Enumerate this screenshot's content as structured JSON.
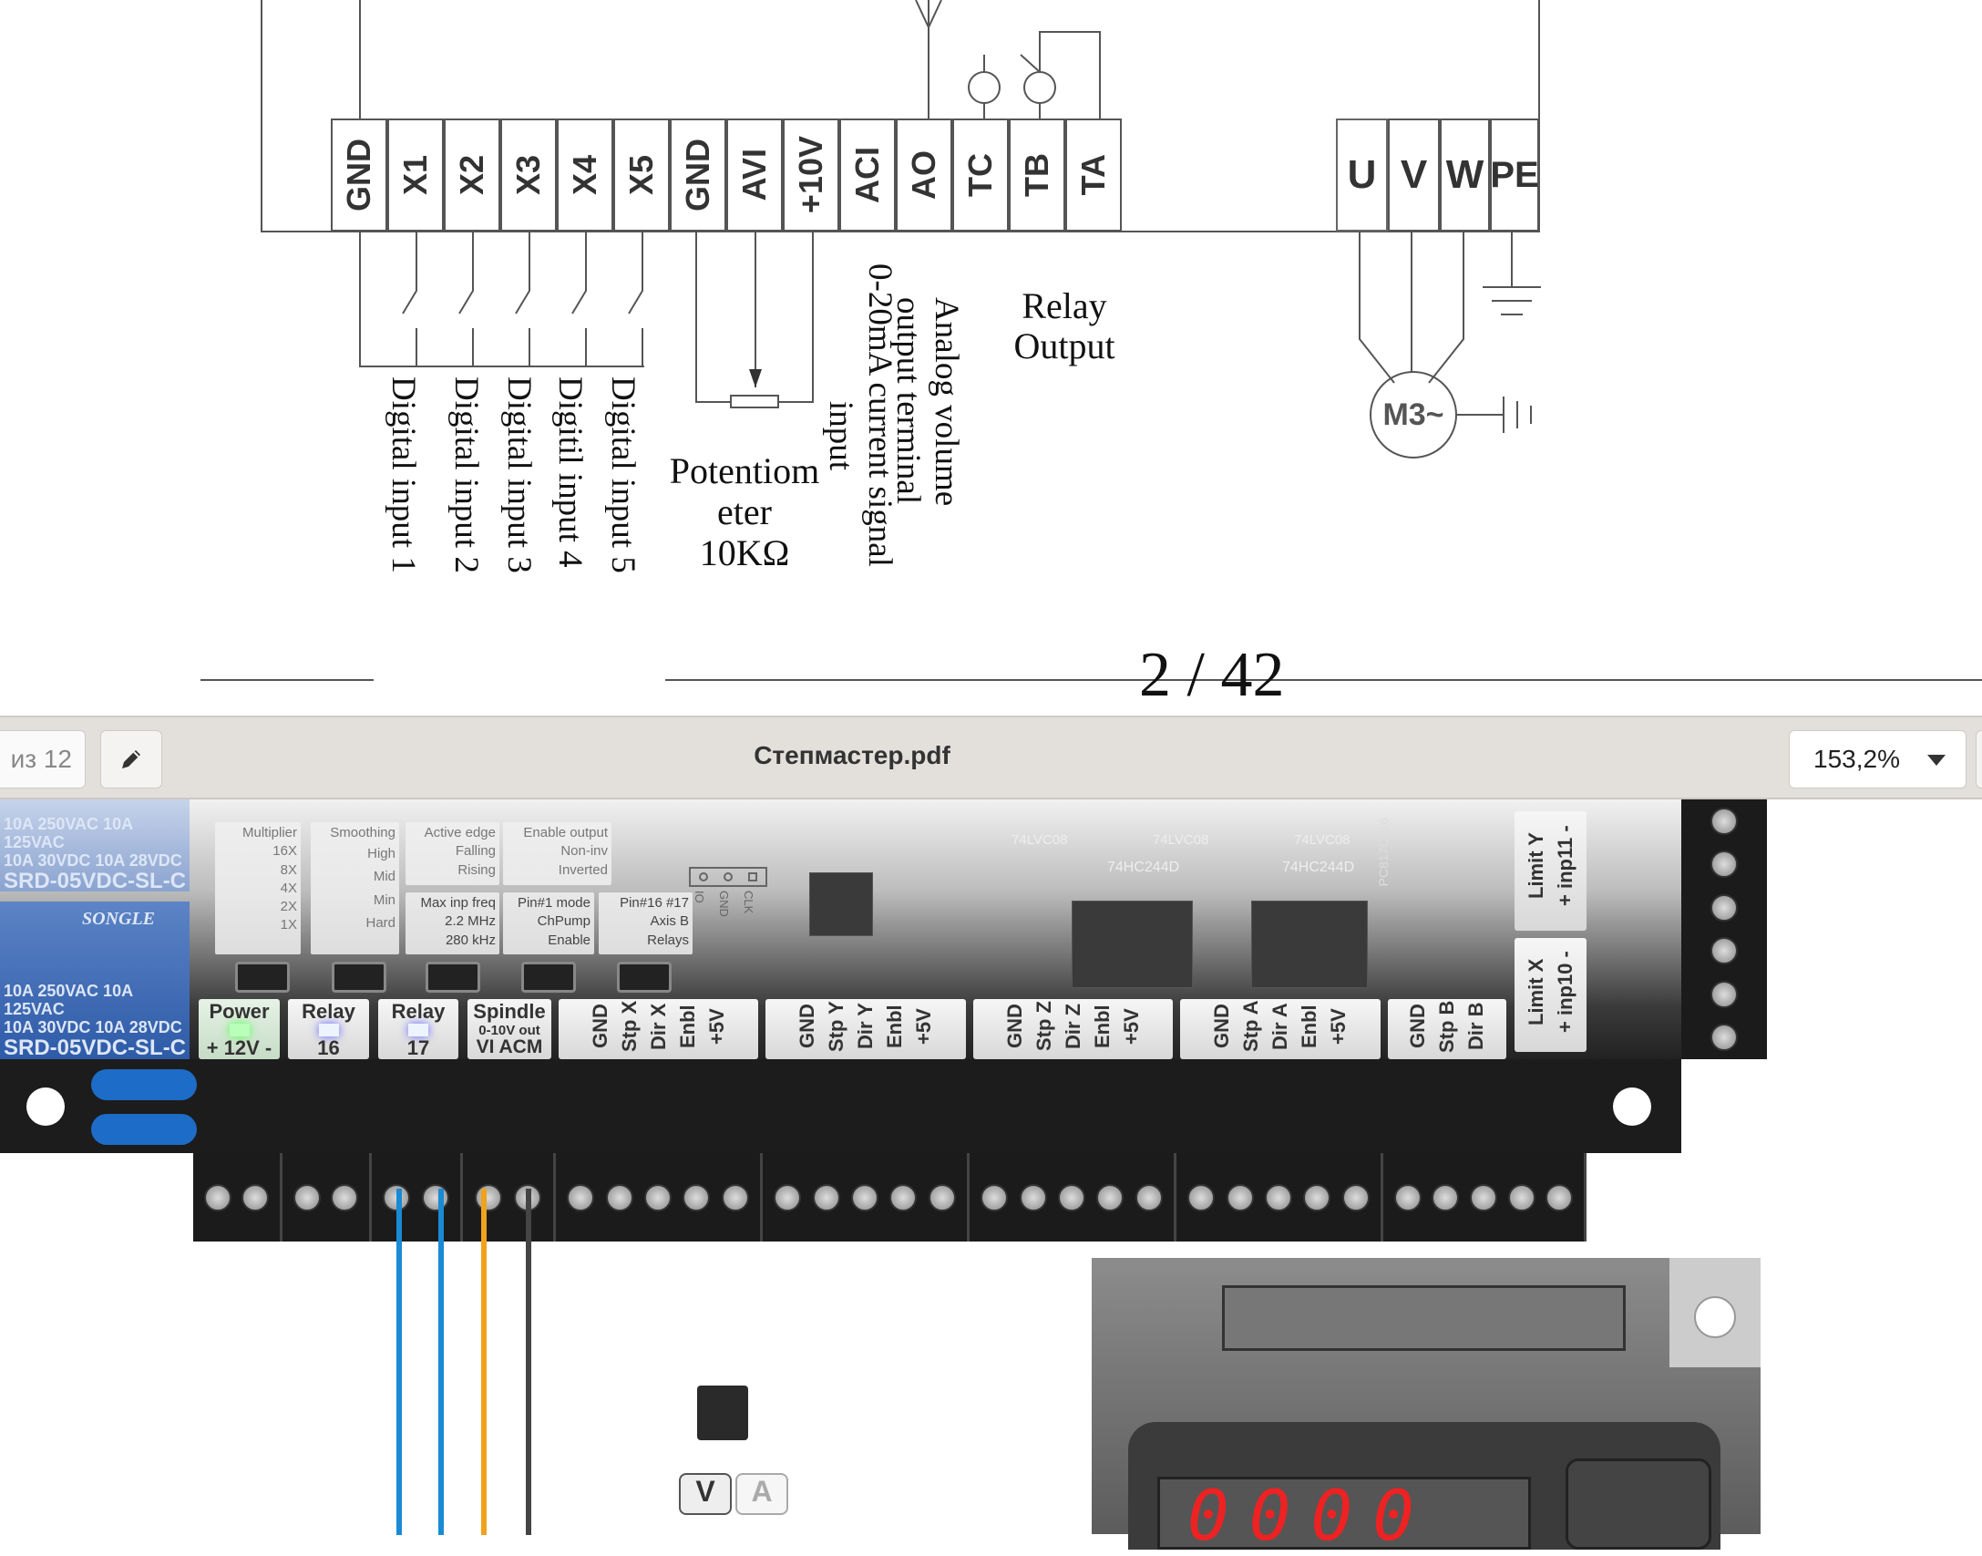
{
  "diagram": {
    "control_terminals": [
      "GND",
      "X1",
      "X2",
      "X3",
      "X4",
      "X5",
      "GND",
      "AVI",
      "+10V",
      "ACI",
      "AO",
      "TC",
      "TB",
      "TA"
    ],
    "power_terminals": [
      "U",
      "V",
      "W",
      "PE"
    ],
    "digital_inputs": [
      "Digital input 1",
      "Digital input 2",
      "Digital input 3",
      "Digitil input 4",
      "Digital input 5"
    ],
    "potentiometer": [
      "Potentiom",
      "eter",
      "10KΩ"
    ],
    "aci_label": [
      "0-20mA current signal",
      "input"
    ],
    "ao_label": [
      "Analog volume",
      "output terminal"
    ],
    "relay_label": [
      "Relay",
      "Output"
    ],
    "motor_label": "M3~",
    "page_indicator": "2 / 42"
  },
  "toolbar": {
    "page_field": "из 12",
    "edit_icon": "pencil-icon",
    "title": "Степмастер.pdf",
    "zoom": "153,2%",
    "zoom_icon": "triangle-down-icon"
  },
  "board": {
    "relay_text": [
      "10A 250VAC  10A 125VAC",
      "10A 30VDC  10A 28VDC",
      "SRD-05VDC-SL-C",
      "SONGLE"
    ],
    "config": [
      {
        "title": "Multiplier",
        "options": [
          "16X",
          "8X",
          "4X",
          "2X",
          "1X"
        ]
      },
      {
        "title": "Smoothing",
        "options": [
          "High",
          "Mid",
          "Min",
          "Hard"
        ]
      },
      {
        "title": "Active edge",
        "options": [
          "Falling",
          "Rising"
        ]
      },
      {
        "title": "Enable output",
        "options": [
          "Non-inv",
          "Inverted"
        ]
      },
      {
        "title": "Max inp freq",
        "options": [
          "2.2 MHz",
          "280 kHz"
        ]
      },
      {
        "title": "Pin#1 mode",
        "options": [
          "ChPump",
          "Enable"
        ]
      },
      {
        "title": "Pin#16 #17",
        "options": [
          "Axis B",
          "Relays"
        ]
      }
    ],
    "header_pins": [
      "IO",
      "GND",
      "CLK"
    ],
    "chips": {
      "lvc": "74LVC08",
      "hc": "74HC244D",
      "opto": "PC817Cx16"
    },
    "power": {
      "title": "Power",
      "sub": "+ 12V -"
    },
    "relay16": {
      "title": "Relay",
      "sub": "16"
    },
    "relay17": {
      "title": "Relay",
      "sub": "17"
    },
    "spindle": {
      "title": "Spindle",
      "l2": "0-10V out",
      "l3": "VI ACM"
    },
    "groups": [
      [
        "GND",
        "Stp X",
        "Dir X",
        "Enbl",
        "+5V"
      ],
      [
        "GND",
        "Stp Y",
        "Dir Y",
        "Enbl",
        "+5V"
      ],
      [
        "GND",
        "Stp Z",
        "Dir Z",
        "Enbl",
        "+5V"
      ],
      [
        "GND",
        "Stp A",
        "Dir A",
        "Enbl",
        "+5V"
      ],
      [
        "GND",
        "Stp B",
        "Dir B"
      ]
    ],
    "limit_y": {
      "title": "Limit Y",
      "sub": "+ inp11 -"
    },
    "limit_x": {
      "title": "Limit X",
      "sub": "+ inp10 -"
    },
    "wire_colors": [
      "#1a8ad4",
      "#1a8ad4",
      "#f0a21c",
      "#444444"
    ],
    "jumper": [
      "V",
      "A"
    ],
    "display": "0000"
  }
}
